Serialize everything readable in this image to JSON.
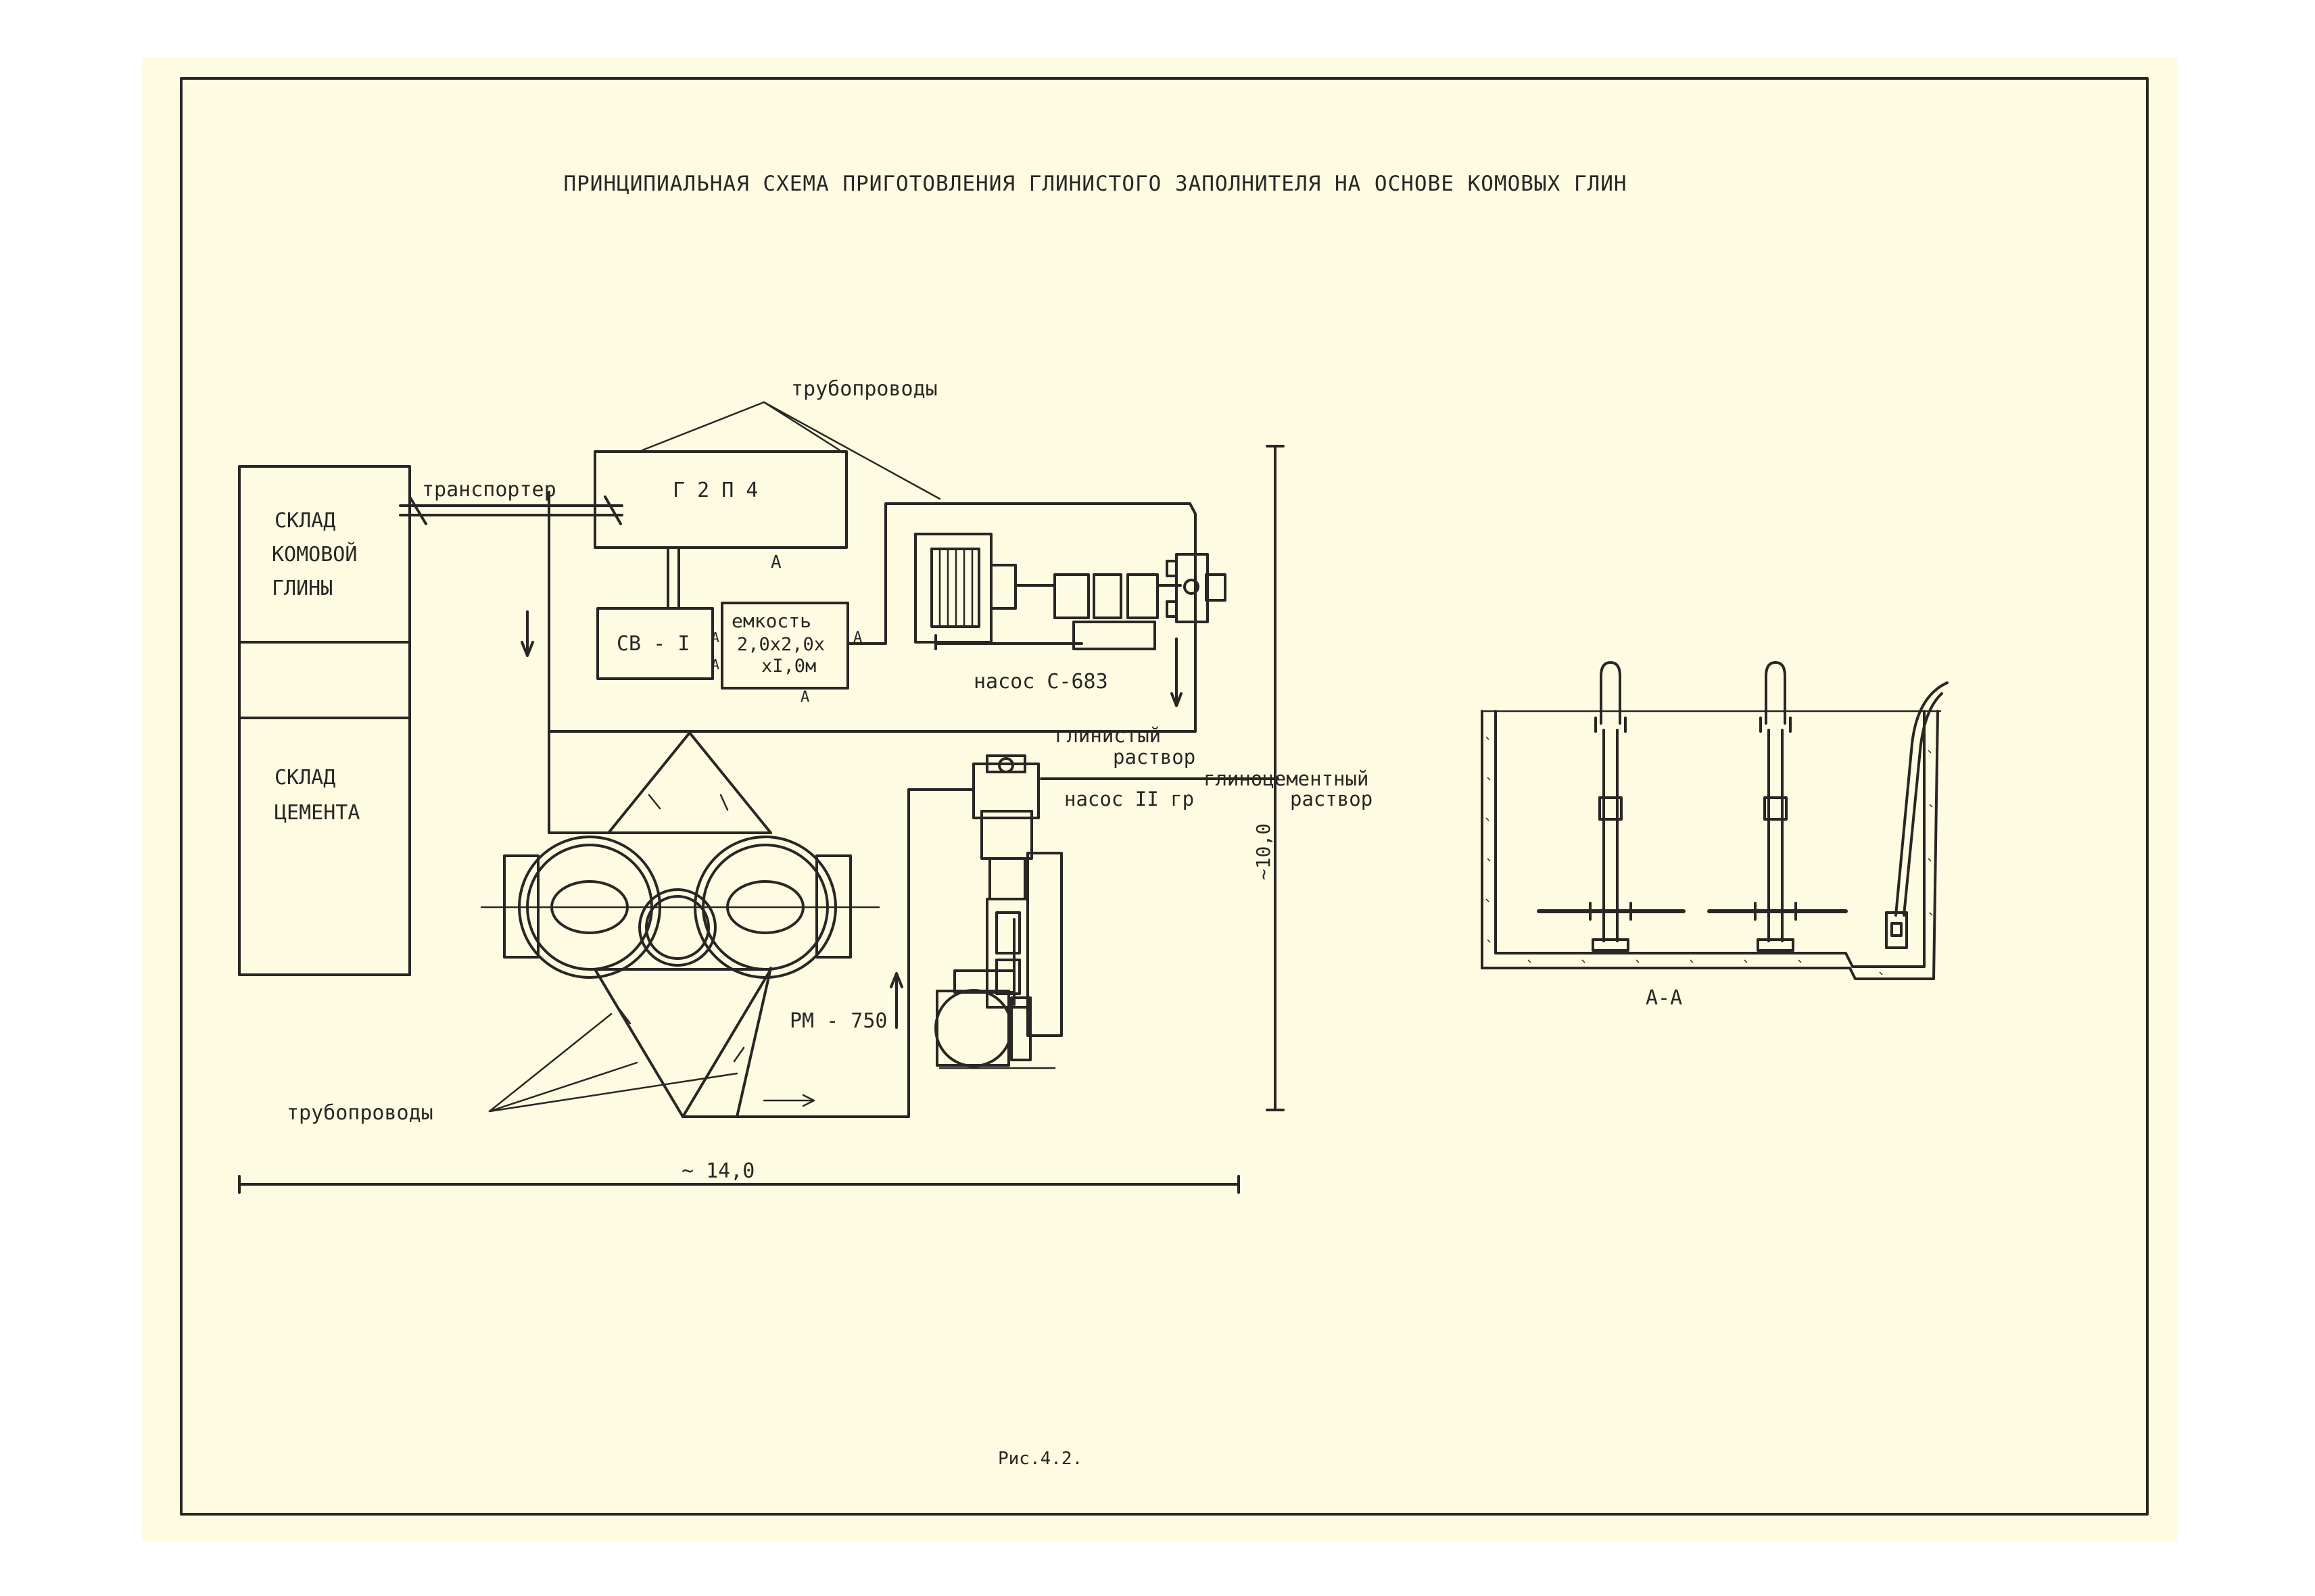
{
  "title": "ПРИНЦИПИАЛЬНАЯ СХЕМА ПРИГОТОВЛЕНИЯ ГЛИНИСТОГО ЗАПОЛНИТЕЛЯ НА ОСНОВЕ КОМОВЫХ ГЛИН",
  "storage": {
    "clay": [
      "СКЛАД",
      "КОМОВОЙ",
      "ГЛИНЫ"
    ],
    "cement": [
      "СКЛАД",
      "ЦЕМЕНТА"
    ]
  },
  "labels": {
    "transporter": "транспортер",
    "pipelines_top": "трубопроводы",
    "pipelines_bottom": "трубопроводы",
    "grp": "Г 2 П   4",
    "sv": "СВ - I",
    "tank": [
      "емкость",
      "2,0х2,0х",
      "хI,0м"
    ],
    "pump_c683": "насос С-683",
    "clay_solution": [
      "глинистый",
      "раствор"
    ],
    "clay_cement_solution": [
      "глиноцементный",
      "раствор"
    ],
    "pump_2gr": "насос II гр",
    "rm": "РМ - 750",
    "section_mark": "А",
    "section": "А-А",
    "dim_width": "~ 14,0",
    "dim_height": "~10,0",
    "figure": "Рис.4.2."
  }
}
